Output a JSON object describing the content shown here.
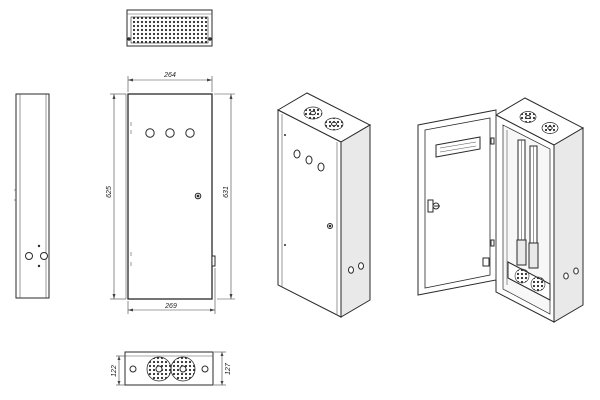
{
  "dimensions": {
    "front_top_width": "264",
    "front_bottom_width": "269",
    "front_height_left": "625",
    "front_height_right": "631",
    "bottom_view_height_left": "122",
    "bottom_view_height_right": "127"
  }
}
